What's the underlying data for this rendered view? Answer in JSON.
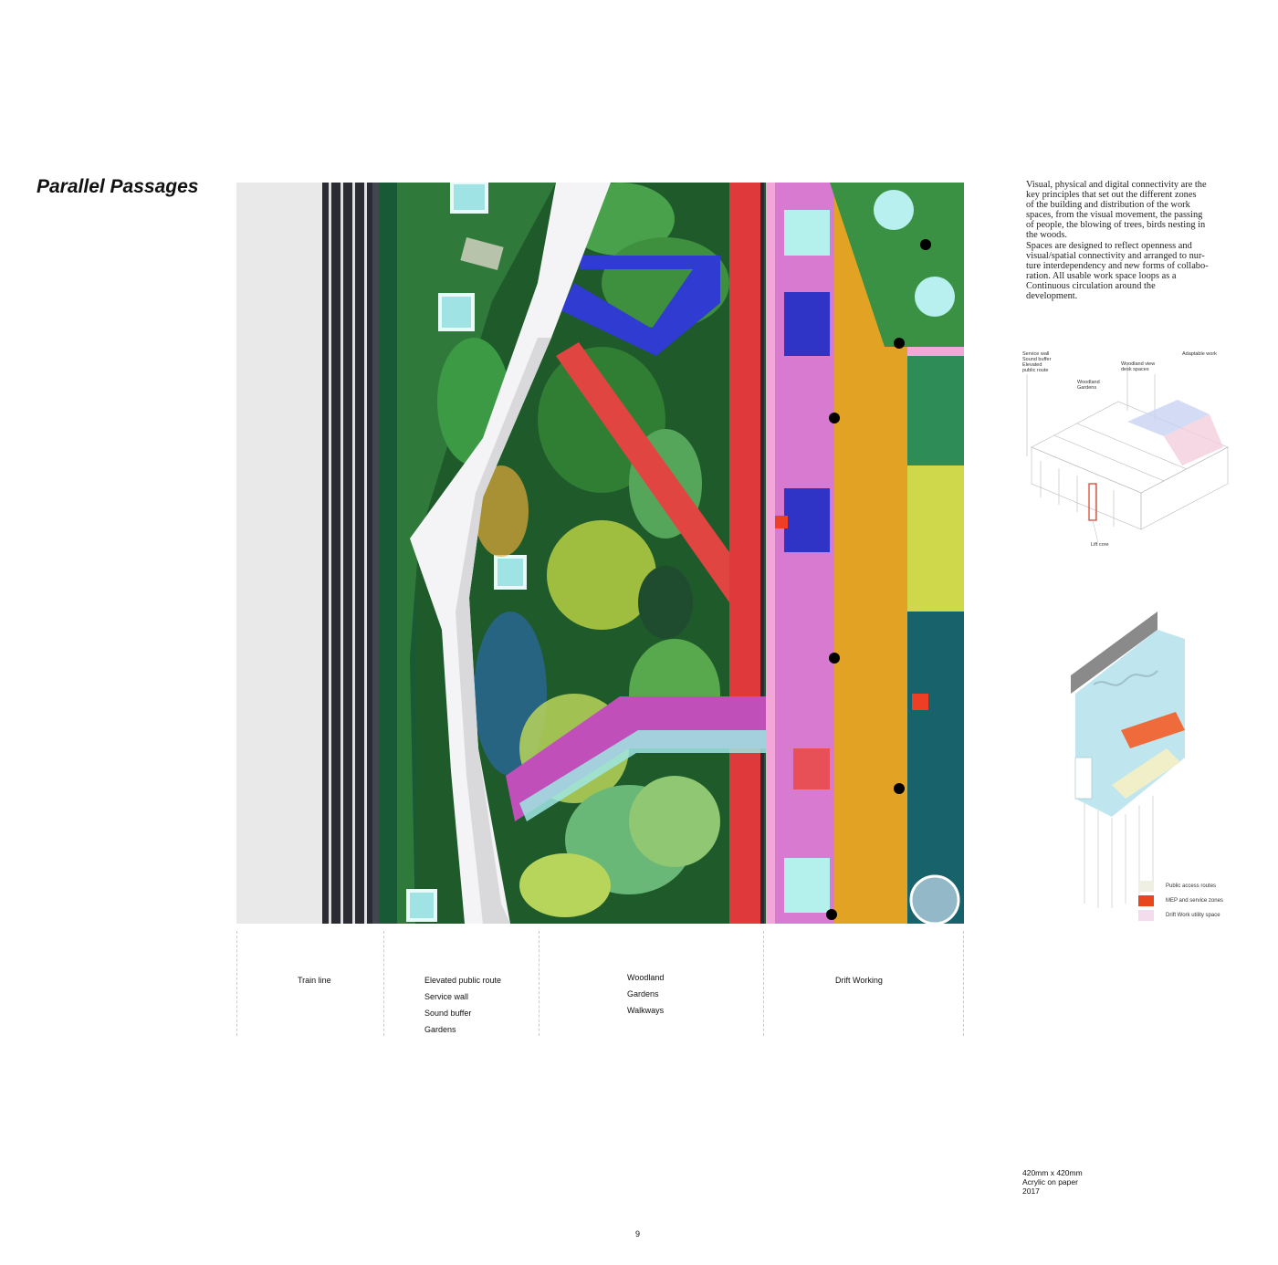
{
  "title": "Parallel Passages",
  "description": "Visual, physical and digital connectivity are the\nkey principles that set out the different zones\nof the building and distribution of the work\nspaces, from the visual movement, the passing\nof people, the blowing of trees, birds nesting in\nthe woods.\nSpaces are designed to reflect openness and\nvisual/spatial connectivity and arranged to nur-\nture interdependency and new forms of collabo-\nration. All usable work space loops as a\nContinuous circulation around the development.",
  "axonometric": {
    "labels": {
      "service_wall": "Service wall\nSound buffer\nElevated\npublic route",
      "woodland": "Woodland\nGardens",
      "woodland_view": "Woodland view\ndesk spaces",
      "adaptable": "Adaptable work",
      "lift_core": "Lift core"
    }
  },
  "legend": [
    {
      "label": "Public access routes",
      "color": "#f0efe4"
    },
    {
      "label": "MEP and service zones",
      "color": "#e8461c"
    },
    {
      "label": "Drift Work utility space",
      "color": "#f3dcec"
    }
  ],
  "zones": [
    {
      "lines": [
        "Train line"
      ]
    },
    {
      "lines": [
        "Elevated public route",
        "Service wall",
        "Sound buffer",
        "Gardens"
      ]
    },
    {
      "lines": [
        "Woodland",
        "Gardens",
        "Walkways"
      ]
    },
    {
      "lines": [
        "Drift Working"
      ]
    }
  ],
  "meta": "420mm x 420mm\nAcrylic on paper\n2017",
  "page_number": "9"
}
